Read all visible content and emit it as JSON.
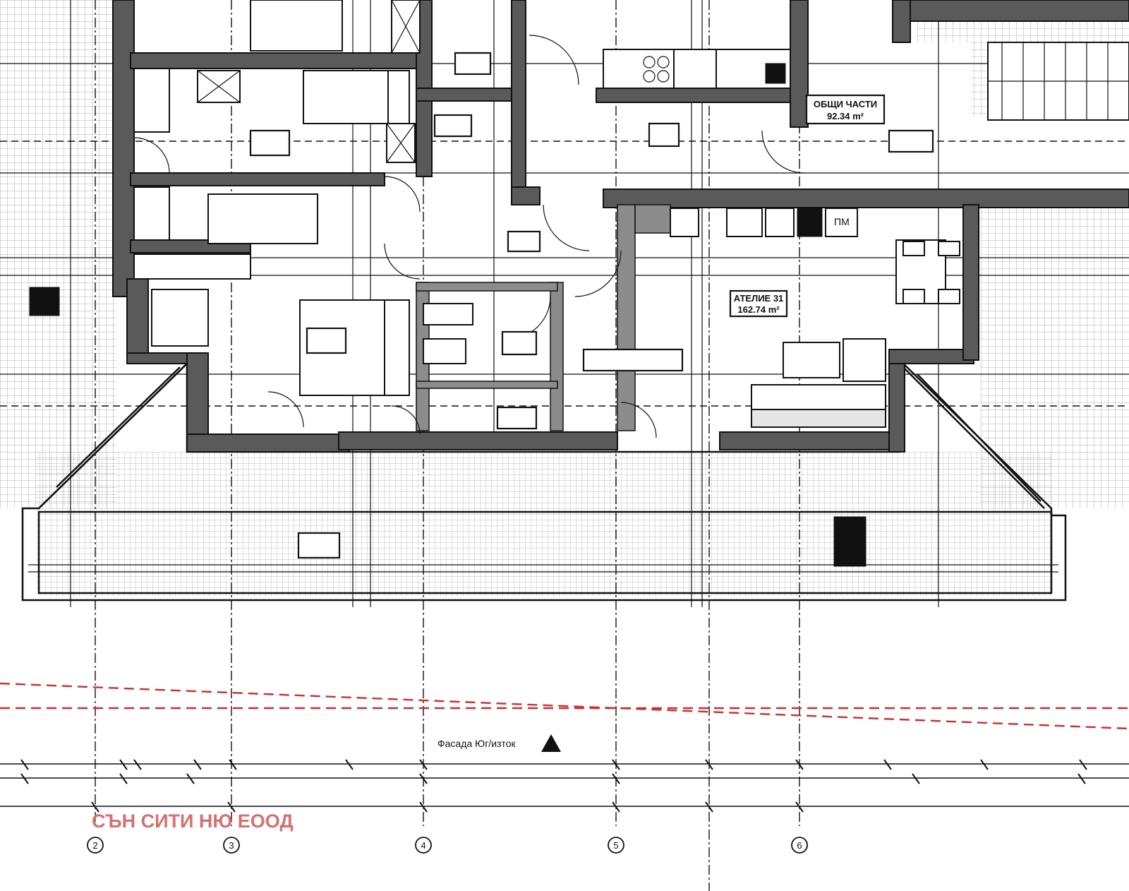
{
  "labels": {
    "common_parts_title": "ОБЩИ ЧАСТИ",
    "common_parts_area": "92.34 m²",
    "atelier_title": "АТЕЛИЕ 31",
    "atelier_area": "162.74 m²",
    "pm_label": "ПМ",
    "facade_label": "Фасада Юг/изток"
  },
  "axes": [
    {
      "label": "2"
    },
    {
      "label": "3"
    },
    {
      "label": "4"
    },
    {
      "label": "5"
    },
    {
      "label": "6"
    }
  ],
  "company": "СЪН СИТИ НЮ ЕООД",
  "colors": {
    "company_text": "#d67070",
    "property_line": "#c9302c",
    "wall_fill": "#5a5a5a"
  }
}
